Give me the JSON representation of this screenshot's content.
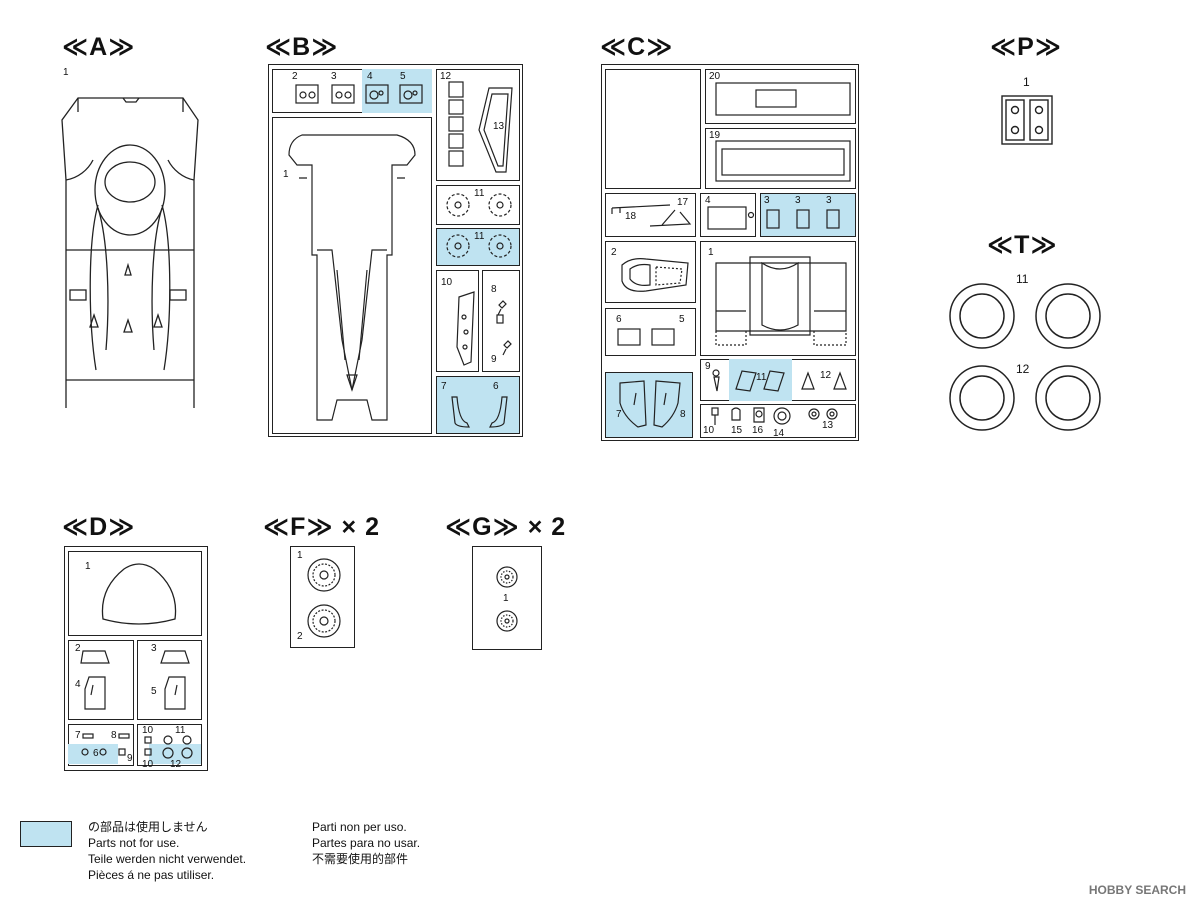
{
  "sprues": {
    "A": {
      "title": "≪A≫",
      "labels": {
        "n1": "1"
      }
    },
    "B": {
      "title": "≪B≫",
      "labels": {
        "n1": "1",
        "n2": "2",
        "n3": "3",
        "n4": "4",
        "n5": "5",
        "n6": "6",
        "n7": "7",
        "n8": "8",
        "n9": "9",
        "n10": "10",
        "n11a": "11",
        "n11b": "11",
        "n12": "12",
        "n13": "13"
      }
    },
    "C": {
      "title": "≪C≫",
      "labels": {
        "n1": "1",
        "n2": "2",
        "n3a": "3",
        "n3b": "3",
        "n3c": "3",
        "n4": "4",
        "n5": "5",
        "n6": "6",
        "n7": "7",
        "n8": "8",
        "n9": "9",
        "n10": "10",
        "n11": "11",
        "n12": "12",
        "n13": "13",
        "n14": "14",
        "n15": "15",
        "n16": "16",
        "n17": "17",
        "n18": "18",
        "n19": "19",
        "n20": "20"
      }
    },
    "P": {
      "title": "≪P≫",
      "labels": {
        "n1": "1"
      }
    },
    "T": {
      "title": "≪T≫",
      "labels": {
        "n11": "11",
        "n12": "12"
      }
    },
    "D": {
      "title": "≪D≫",
      "labels": {
        "n1": "1",
        "n2": "2",
        "n3": "3",
        "n4": "4",
        "n5": "5",
        "n6": "6",
        "n7": "7",
        "n8": "8",
        "n9": "9",
        "n10a": "10",
        "n10b": "10",
        "n11": "11",
        "n12": "12"
      }
    },
    "F": {
      "title": "≪F≫ × 2",
      "labels": {
        "n1": "1",
        "n2": "2"
      }
    },
    "G": {
      "title": "≪G≫ × 2",
      "labels": {
        "n1": "1"
      }
    }
  },
  "legend": {
    "lines_left": [
      "の部品は使用しません",
      "Parts not for use.",
      "Teile werden nicht verwendet.",
      "Pièces á ne pas utiliser."
    ],
    "lines_right": [
      "Parti non per uso.",
      "Partes para no usar.",
      "不需要使用的部件"
    ]
  },
  "watermark": "HOBBY SEARCH",
  "colors": {
    "unused_parts": "#bfe3f1",
    "line": "#222222"
  }
}
